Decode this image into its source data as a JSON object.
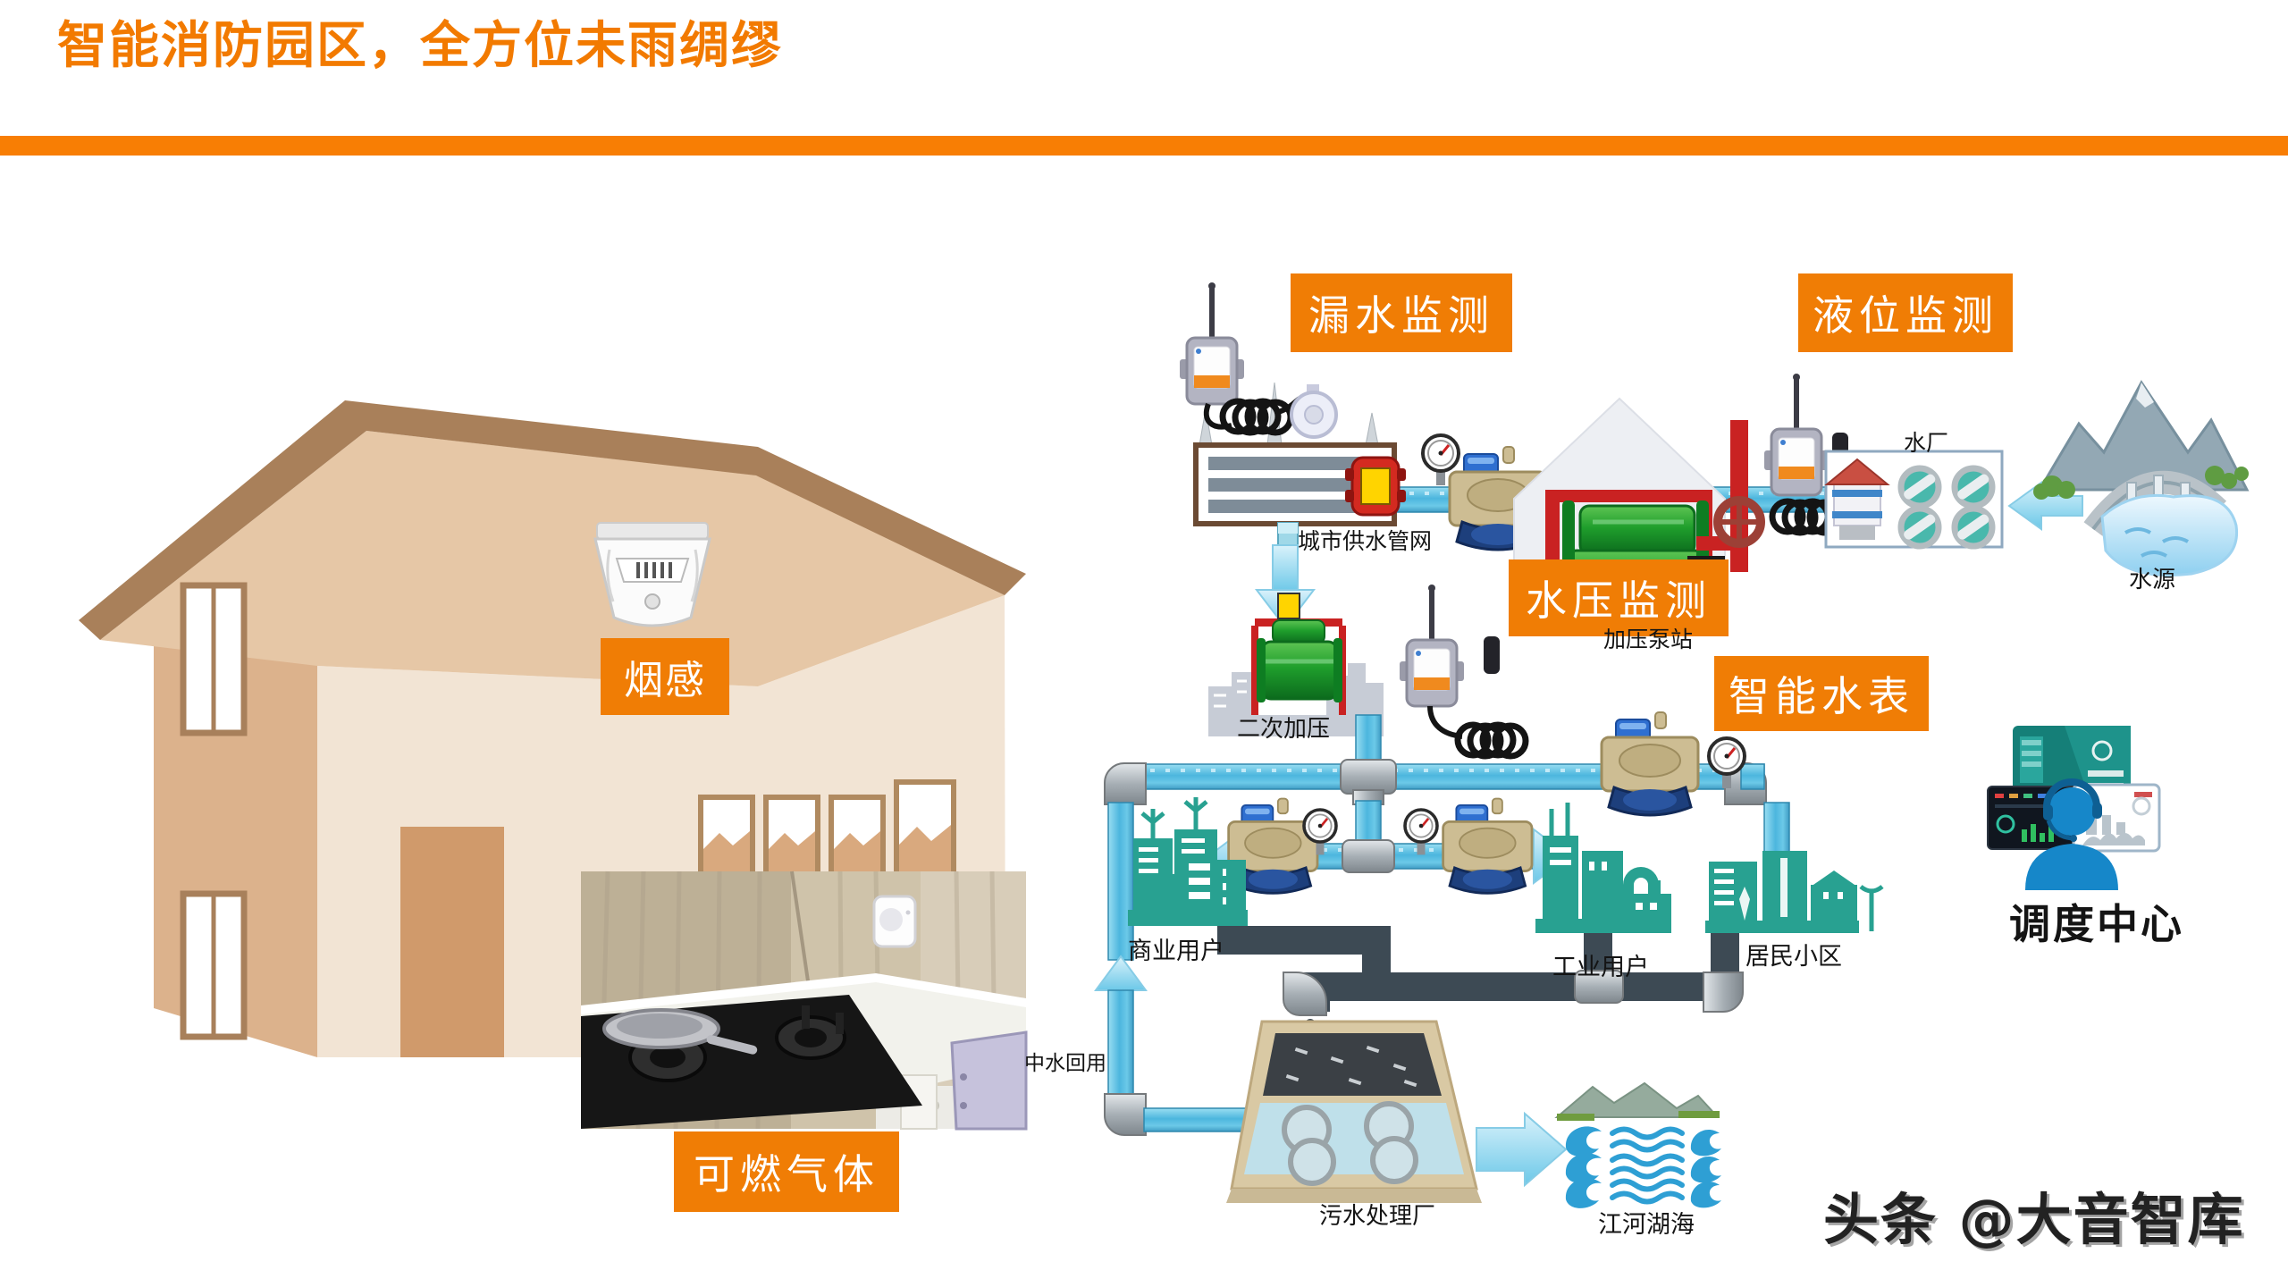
{
  "slide": {
    "title": "智能消防园区，全方位未雨绸缪",
    "watermark": "头条 @大音智库",
    "accent_color": "#F07D05",
    "bar_color": "#F87E04"
  },
  "callouts": {
    "leak": "漏水监测",
    "level": "液位监测",
    "pressure": "水压监测",
    "smart_meter": "智能水表",
    "smoke": "烟感",
    "gas": "可燃气体"
  },
  "diagram_labels": {
    "city_network": "城市供水管网",
    "pump_station": "加压泵站",
    "water_plant": "水厂",
    "water_source": "水源",
    "secondary_pressure": "二次加压",
    "commercial": "商业用户",
    "industrial": "工业用户",
    "residential": "居民小区",
    "reclaimed_water": "中水回用",
    "sewage_plant": "污水处理厂",
    "rivers_lakes_seas": "江河湖海",
    "dispatch_center": "调度中心"
  }
}
